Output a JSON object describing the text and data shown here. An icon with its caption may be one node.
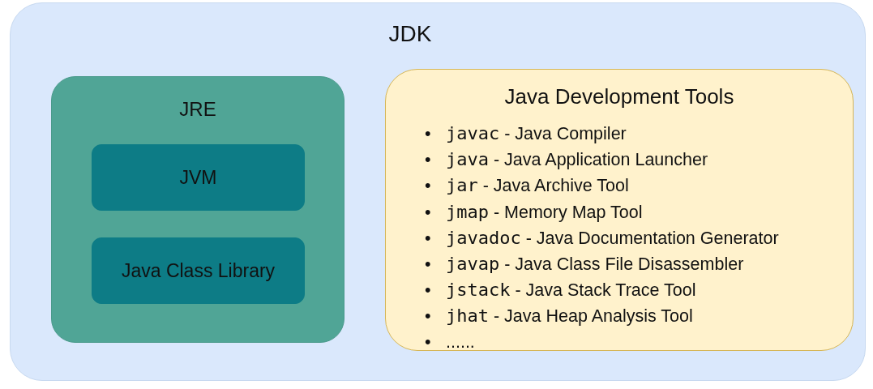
{
  "diagram": {
    "nodes": [
      {
        "text": [
          "JDK"
        ]
      },
      {
        "text": [
          "JRE"
        ],
        "in": 0
      },
      {
        "text": [
          "JVM"
        ],
        "in": 1
      },
      {
        "text": [
          "Java Class Library"
        ],
        "in": 1
      },
      {
        "text": [
          "Java Development Tools",
          "• javac - Java Compiler",
          "• java - Java Application Launcher",
          "• jar - Java Archive Tool",
          "• jmap - Memory Map Tool",
          "• javadoc - Java Documentation Generator",
          "• javap - Java Class File Disassembler",
          "• jstack - Java Stack Trace Tool",
          "• jhat - Java Heap Analysis Tool",
          "• ......"
        ],
        "in": 0
      }
    ]
  }
}
